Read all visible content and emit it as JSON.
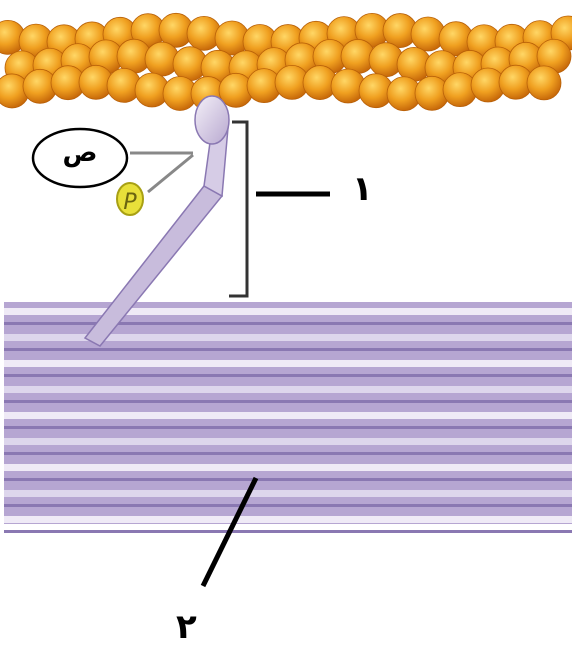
{
  "diagram": {
    "labels": {
      "callout_1": "١",
      "callout_2": "٢",
      "bubble_letter": "ص"
    },
    "phosphate_symbol": "P",
    "colors": {
      "actin_bead": "#f0a020",
      "actin_bead_dark": "#c86a0a",
      "myosin_filament": "#b6a6d2",
      "myosin_dark": "#7a68a6",
      "myosin_light": "#e8e2f2",
      "phosphate_fill": "#e8e03a",
      "line": "#000000"
    }
  }
}
